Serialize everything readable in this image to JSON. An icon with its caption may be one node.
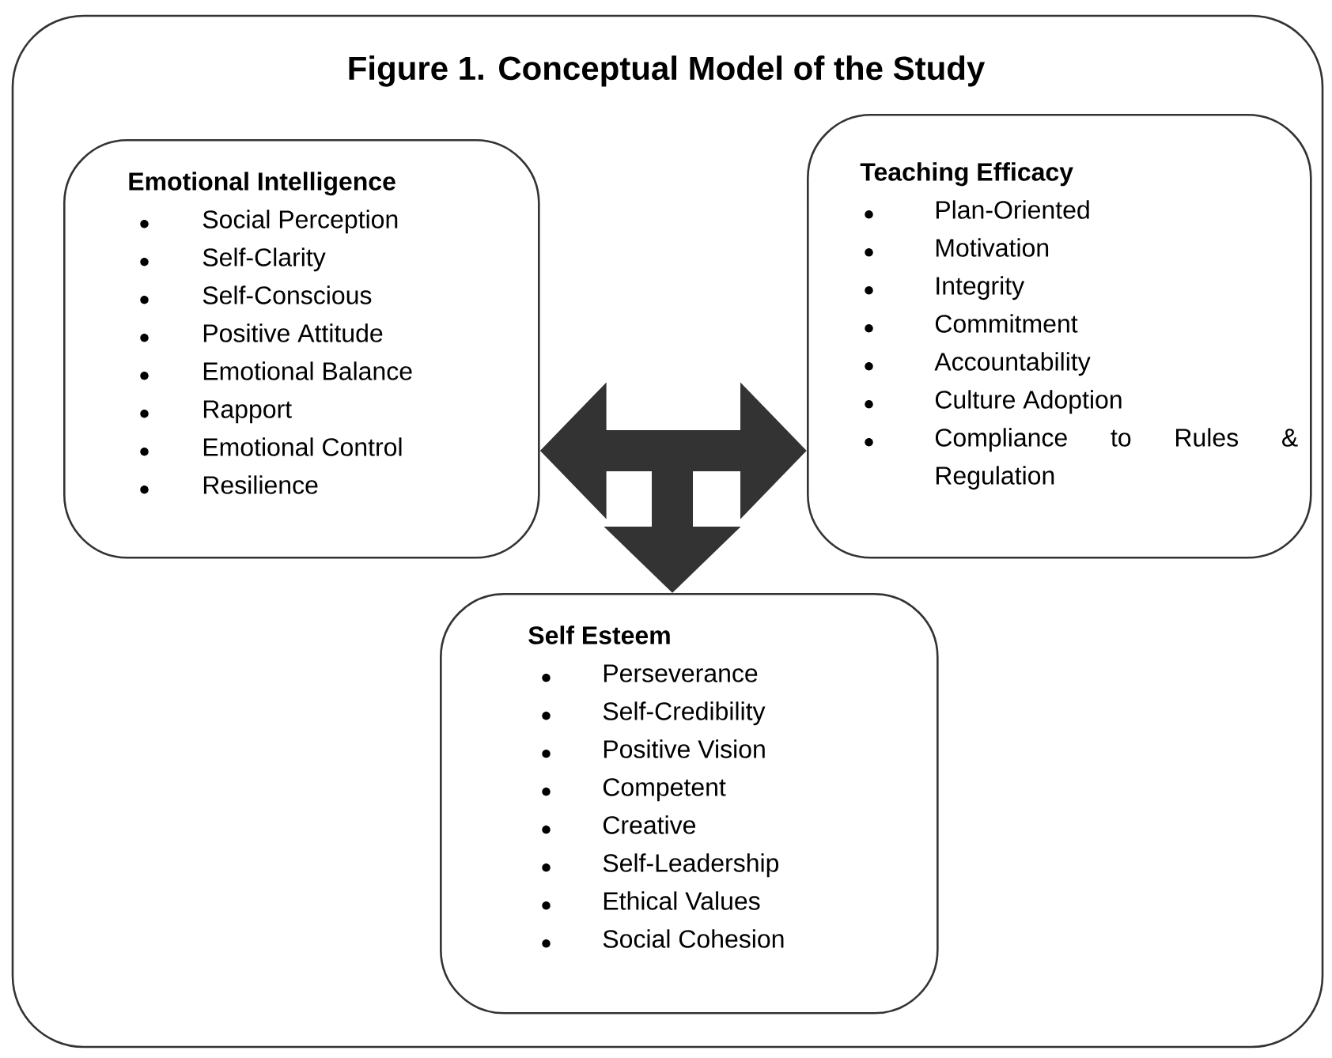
{
  "diagram": {
    "title": "Figure 1. Conceptual Model of the Study",
    "nodes": [
      {
        "text": [
          "Emotional Intelligence",
          "Social Perception",
          "Self-Clarity",
          "Self-Conscious",
          "Positive Attitude",
          "Emotional Balance",
          "Rapport",
          "Emotional Control",
          "Resilience"
        ]
      },
      {
        "text": [
          "Teaching Efficacy",
          "Plan-Oriented",
          "Motivation",
          "Integrity",
          "Commitment",
          "Accountability",
          "Culture Adoption",
          "Compliance to Rules & Regulation"
        ]
      },
      {
        "text": [
          "Self Esteem",
          "Perseverance",
          "Self-Credibility",
          "Positive Vision",
          "Competent",
          "Creative",
          "Self-Leadership",
          "Ethical Values",
          "Social Cohesion"
        ]
      }
    ],
    "edges": [
      {
        "from": 0,
        "to": 1,
        "arrow": "both"
      },
      {
        "from": null,
        "to": 2,
        "arrow": "to"
      }
    ]
  }
}
